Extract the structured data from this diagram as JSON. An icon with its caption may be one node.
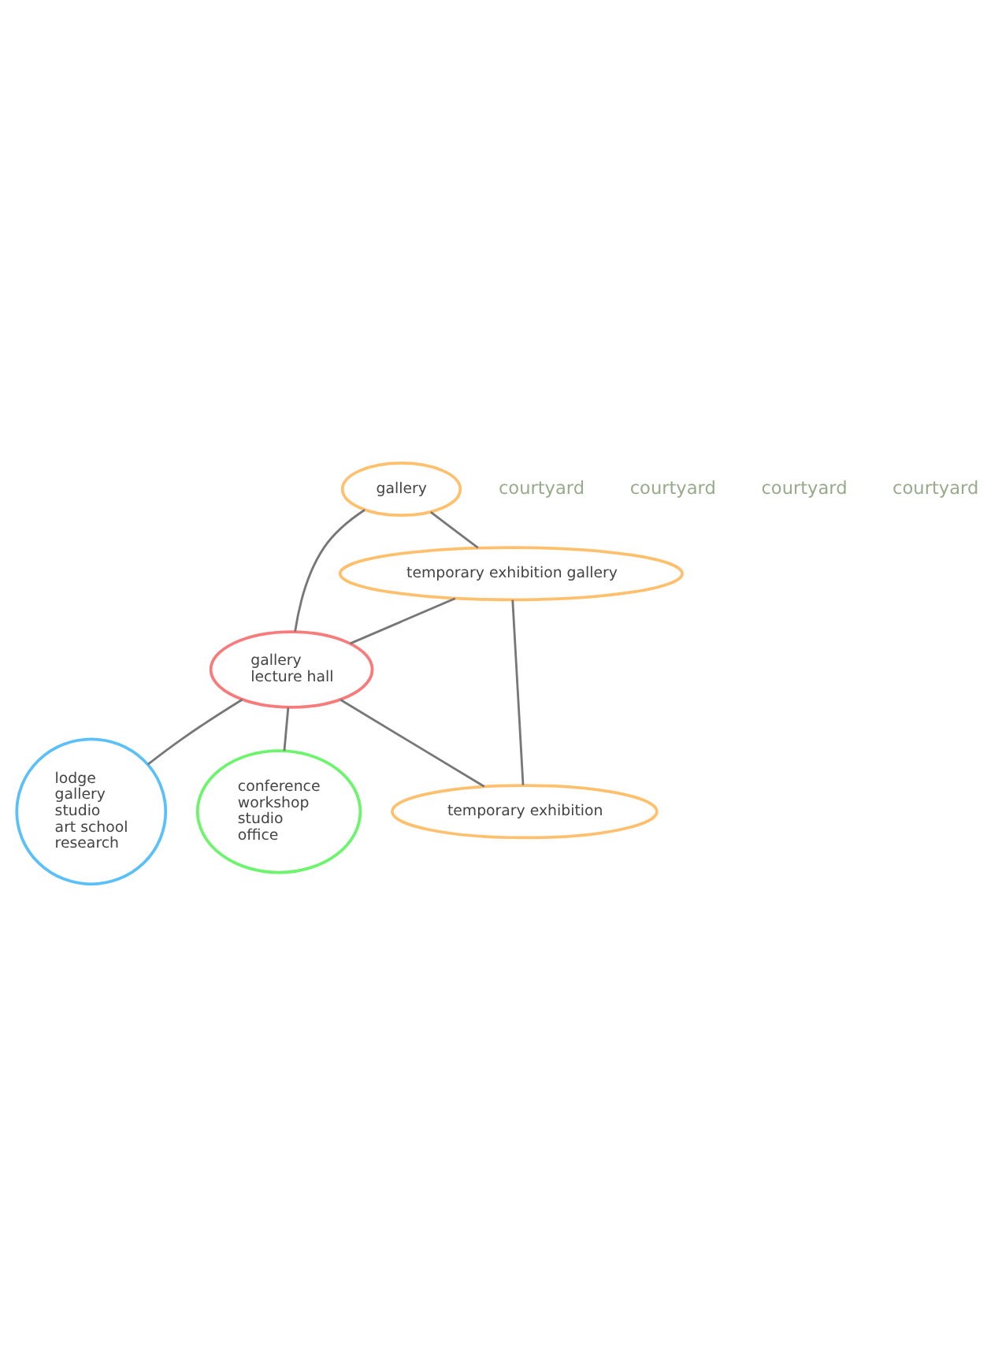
{
  "diagram": {
    "nodes": [
      {
        "text": [
          "gallery"
        ]
      },
      {
        "text": [
          "temporary exhibition gallery"
        ]
      },
      {
        "text": [
          "lodge",
          "gallery",
          "studio",
          "art school",
          "research"
        ]
      },
      {
        "text": [
          "gallery",
          "lecture hall"
        ]
      },
      {
        "text": [
          "temporary exhibition"
        ]
      },
      {
        "text": [
          "conference",
          "workshop",
          "studio",
          "office"
        ]
      }
    ],
    "edges": [
      {
        "from": 0,
        "to": 1,
        "arrow": "none"
      },
      {
        "from": 0,
        "to": 3,
        "arrow": "none"
      },
      {
        "from": 1,
        "to": 3,
        "arrow": "none"
      },
      {
        "from": 3,
        "to": 2,
        "arrow": "none"
      },
      {
        "from": 1,
        "to": 4,
        "arrow": "none"
      },
      {
        "from": 3,
        "to": 4,
        "arrow": "none"
      },
      {
        "from": 3,
        "to": 5,
        "arrow": "none"
      }
    ],
    "labels": [
      "courtyard",
      "courtyard",
      "courtyard",
      "courtyard"
    ]
  }
}
